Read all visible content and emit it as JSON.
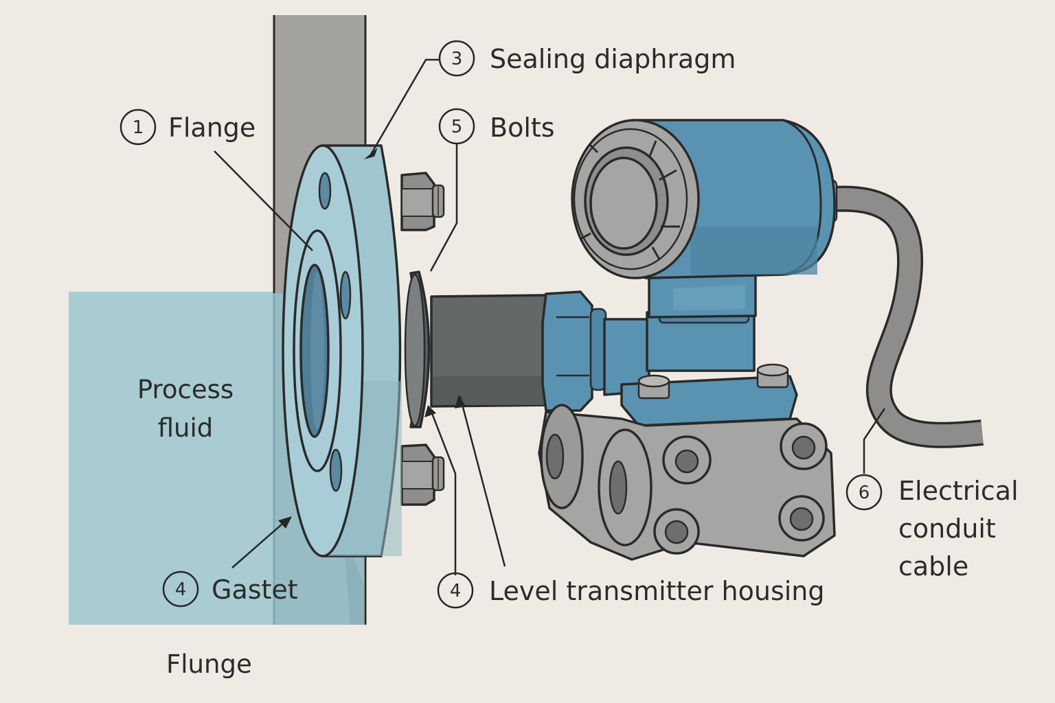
{
  "diagram": {
    "title": "Flanged level transmitter installation",
    "colors": {
      "background": "#efebe4",
      "wall": "#a3a29e",
      "fluid": "#a9cbd2",
      "flange": "#a8cdd6",
      "transmitter_blue": "#5a93b1",
      "steel_gray": "#a5a5a3",
      "dark_gray": "#646868",
      "outline": "#2a2a2a"
    },
    "labels": {
      "flange": {
        "number": "1",
        "text": "Flange"
      },
      "sealing_diaphragm": {
        "number": "3",
        "text": "Sealing diaphragm"
      },
      "bolts": {
        "number": "5",
        "text": "Bolts"
      },
      "gasket": {
        "number": "4",
        "text": "Gastet"
      },
      "housing": {
        "number": "4",
        "text": "Level transmitter housing"
      },
      "cable": {
        "number": "6",
        "lines": [
          "Electrical",
          "conduit",
          "cable"
        ]
      }
    },
    "region_labels": {
      "process_fluid": [
        "Process",
        "fluid"
      ],
      "bottom_caption": "Flunge"
    }
  }
}
